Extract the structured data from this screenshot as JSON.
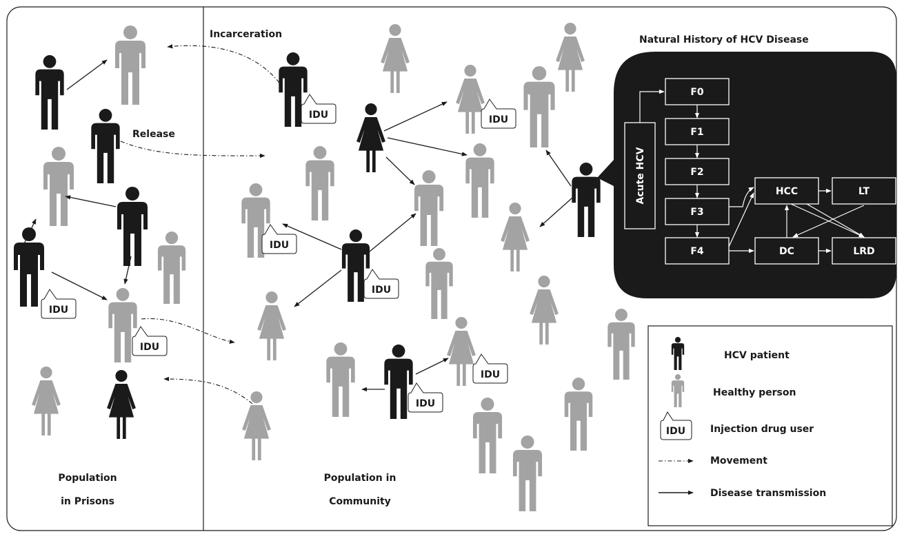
{
  "labels": {
    "incarceration": "Incarceration",
    "release": "Release",
    "prisons": "Population\nin Prisons",
    "prisons_line1": "Population",
    "prisons_line2": "in Prisons",
    "community_line1": "Population in",
    "community_line2": "Community",
    "idu": "IDU"
  },
  "natural_history": {
    "title": "Natural History of HCV Disease",
    "acute": "Acute HCV",
    "stages": [
      "F0",
      "F1",
      "F2",
      "F3",
      "F4"
    ],
    "outcomes": {
      "hcc": "HCC",
      "lt": "LT",
      "dc": "DC",
      "lrd": "LRD"
    }
  },
  "legend": {
    "items": [
      {
        "icon": "hcv-patient-icon",
        "label": "HCV patient"
      },
      {
        "icon": "healthy-person-icon",
        "label": "Healthy person"
      },
      {
        "icon": "idu-callout-icon",
        "label": "Injection drug user",
        "tag": "IDU"
      },
      {
        "icon": "movement-arrow-icon",
        "label": "Movement"
      },
      {
        "icon": "transmission-arrow-icon",
        "label": "Disease transmission"
      }
    ]
  },
  "colors": {
    "patient": "#1a1a1a",
    "healthy": "#a3a3a3",
    "line": "#1a1a1a",
    "bubble": "#1a1a1a"
  }
}
